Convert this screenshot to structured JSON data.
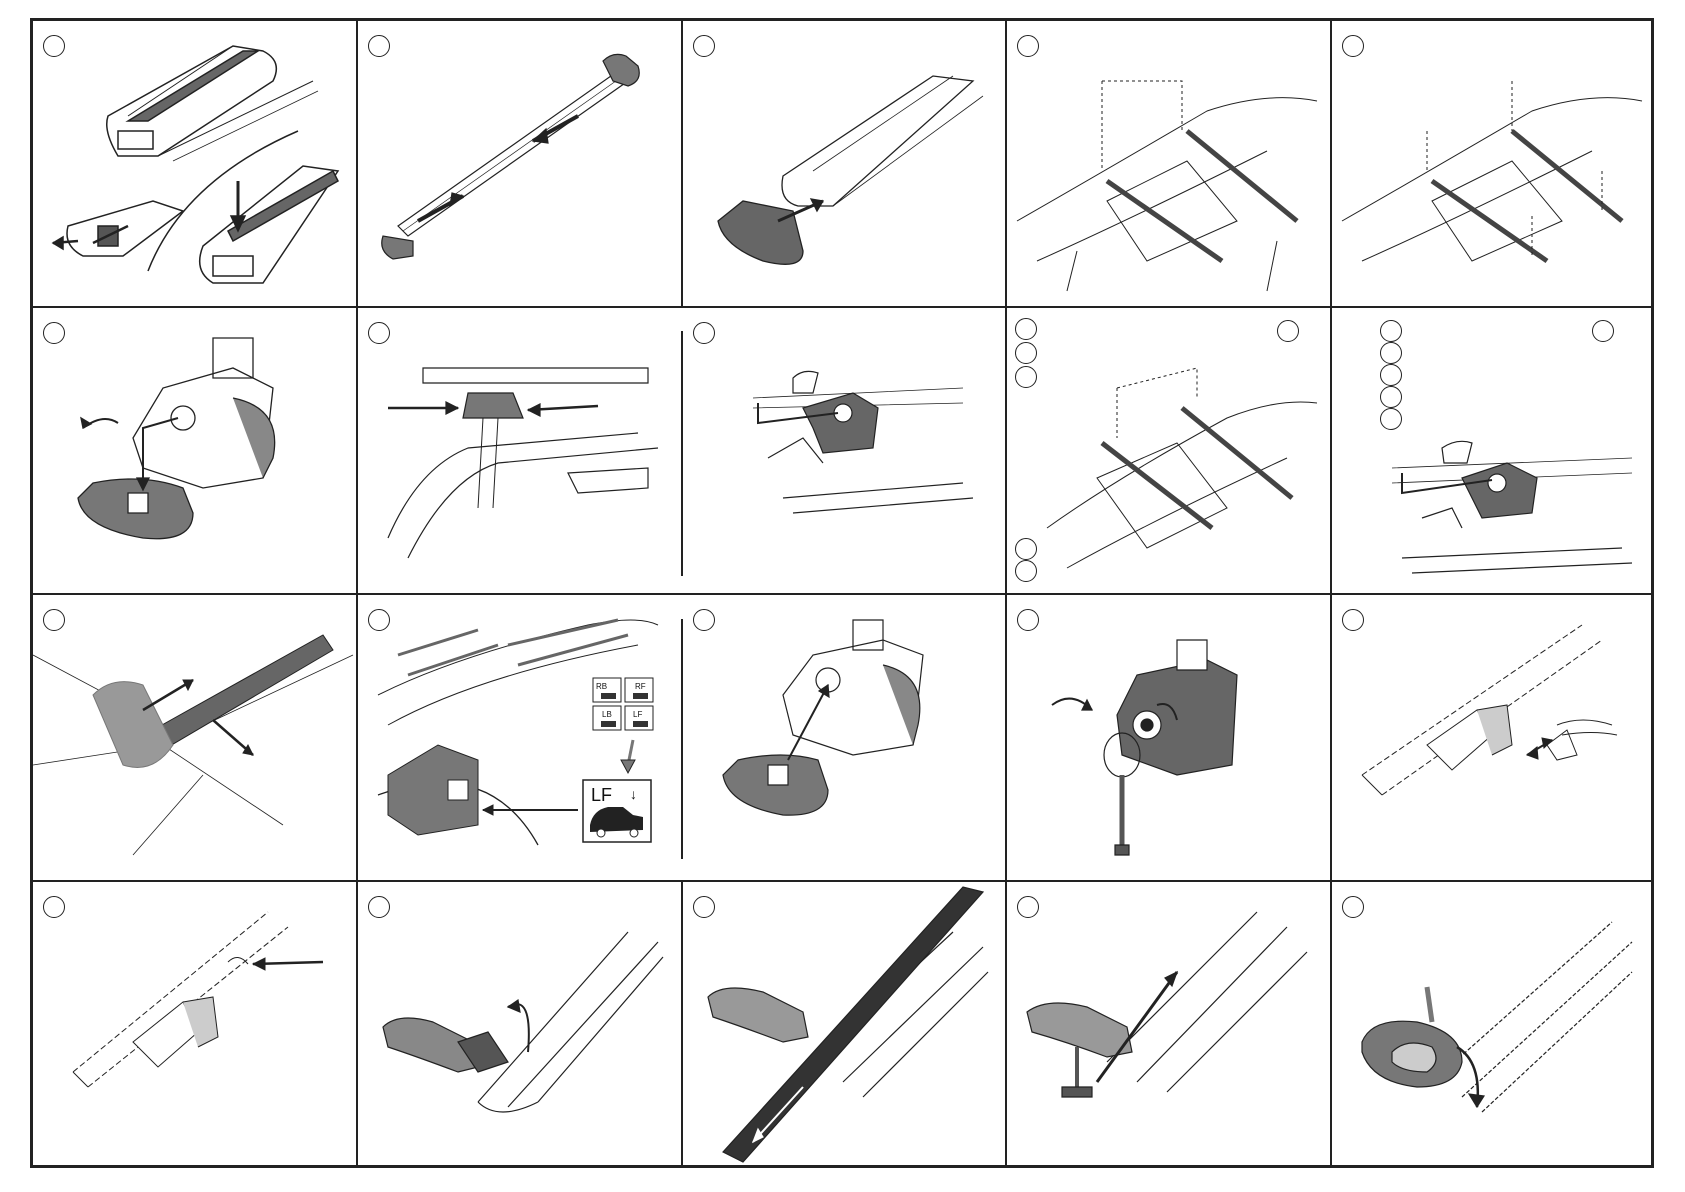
{
  "diagram": {
    "rows": 4,
    "cols": 5,
    "labels": {
      "rb": "RB",
      "rf": "RF",
      "lb": "LB",
      "lf_small": "LF",
      "lf_big": "LF",
      "arrow": "↓"
    }
  },
  "colors": {
    "line": "#222222",
    "bar_dark": "#555555",
    "grey": "#888888",
    "light": "#bbbbbb"
  }
}
